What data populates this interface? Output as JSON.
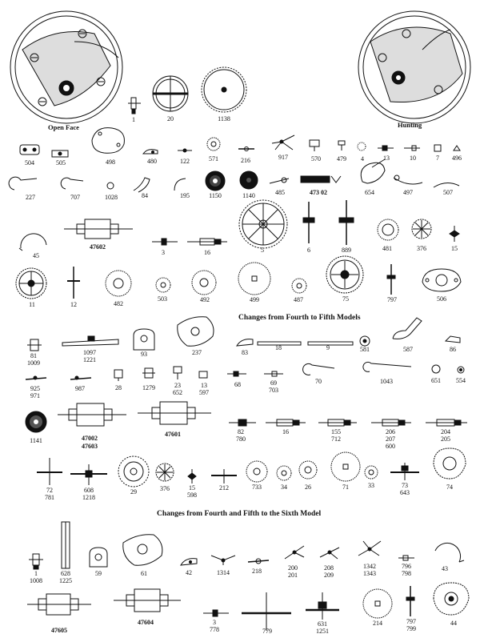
{
  "captions": {
    "open_face": "Open Face",
    "hunting": "Hunting"
  },
  "section_headings": {
    "fourth_to_fifth": "Changes from Fourth to Fifth Models",
    "fourth_fifth_to_sixth": "Changes from Fourth and Fifth to the Sixth Model"
  },
  "part_numbers": {
    "p1": "1",
    "p20": "20",
    "p1138": "1138",
    "p504": "504",
    "p505": "505",
    "p498": "498",
    "p480": "480",
    "p122": "122",
    "p571": "571",
    "p216": "216",
    "p917": "917",
    "p570": "570",
    "p479": "479",
    "p4": "4",
    "p13a": "13",
    "p10": "10",
    "p7": "7",
    "p496": "496",
    "p227": "227",
    "p707": "707",
    "p1028": "1028",
    "p84": "84",
    "p195": "195",
    "p1150": "1150",
    "p1140": "1140",
    "p485": "485",
    "p47302": "473 02",
    "p654": "654",
    "p497": "497",
    "p507": "507",
    "p45": "45",
    "p47602": "47602",
    "p3": "3",
    "p16a": "16",
    "p5": "5",
    "p6": "6",
    "p889": "889",
    "p481": "481",
    "p376a": "376",
    "p15a": "15",
    "p11": "11",
    "p12": "12",
    "p482": "482",
    "p503": "503",
    "p492": "492",
    "p499": "499",
    "p487": "487",
    "p75": "75",
    "p797a": "797",
    "p506": "506",
    "p81": "81",
    "p1009": "1009",
    "p1097": "1097",
    "p1221": "1221",
    "p93": "93",
    "p237": "237",
    "p83": "83",
    "p18": "18",
    "p9": "9",
    "p581": "581",
    "p587": "587",
    "p86": "86",
    "p925": "925",
    "p971": "971",
    "p987": "987",
    "p28": "28",
    "p1279": "1279",
    "p23": "23",
    "p652": "652",
    "p13b": "13",
    "p597": "597",
    "p68": "68",
    "p69": "69",
    "p703": "703",
    "p70": "70",
    "p1043": "1043",
    "p651": "651",
    "p554": "554",
    "p1141": "1141",
    "p47002": "47002",
    "p47603": "47603",
    "p47601": "47601",
    "p82": "82",
    "p780": "780",
    "p16b": "16",
    "p155": "155",
    "p712": "712",
    "p206": "206",
    "p207": "207",
    "p600": "600",
    "p204": "204",
    "p205": "205",
    "p72": "72",
    "p781": "781",
    "p608": "608",
    "p1218": "1218",
    "p29": "29",
    "p376b": "376",
    "p15b": "15",
    "p598": "598",
    "p212": "212",
    "p733": "733",
    "p34": "34",
    "p26": "26",
    "p71": "71",
    "p33": "33",
    "p73": "73",
    "p643": "643",
    "p74": "74",
    "p1c": "1",
    "p1008": "1008",
    "p628": "628",
    "p1225": "1225",
    "p59": "59",
    "p61": "61",
    "p42": "42",
    "p1314": "1314",
    "p218": "218",
    "p200": "200",
    "p201": "201",
    "p208": "208",
    "p209": "209",
    "p1342": "1342",
    "p1343": "1343",
    "p796": "796",
    "p798": "798",
    "p43": "43",
    "p47605": "47605",
    "p47604": "47604",
    "p3b": "3",
    "p778": "778",
    "p779": "779",
    "p631": "631",
    "p1251": "1251",
    "p214": "214",
    "p797b": "797",
    "p799": "799",
    "p44": "44"
  }
}
